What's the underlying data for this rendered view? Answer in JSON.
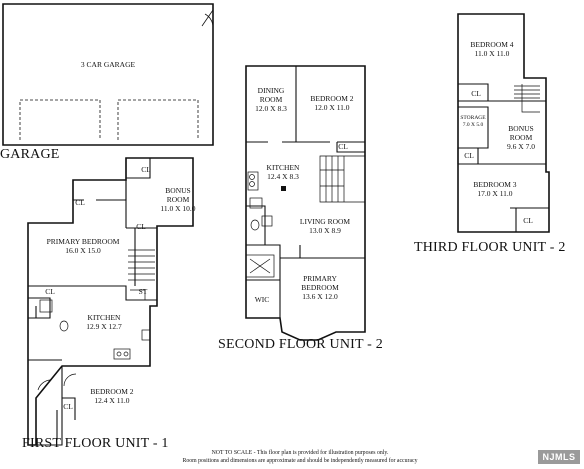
{
  "titles": {
    "garage": "GARAGE",
    "first_floor": "FIRST FLOOR UNIT - 1",
    "second_floor": "SECOND FLOOR UNIT - 2",
    "third_floor": "THIRD FLOOR UNIT - 2"
  },
  "rooms": {
    "car_garage": {
      "name": "3 CAR GARAGE"
    },
    "ff_bonus": {
      "name": "BONUS",
      "name2": "ROOM",
      "dim": "11.0 X 10.0"
    },
    "ff_primary": {
      "name": "PRIMARY BEDROOM",
      "dim": "16.0 X 15.0"
    },
    "ff_kitchen": {
      "name": "KITCHEN",
      "dim": "12.9 X 12.7"
    },
    "ff_bedroom2": {
      "name": "BEDROOM 2",
      "dim": "12.4 X 11.0"
    },
    "sf_dining": {
      "name": "DINING",
      "name2": "ROOM",
      "dim": "12.0 X 8.3"
    },
    "sf_bedroom2": {
      "name": "BEDROOM 2",
      "dim": "12.0 X 11.0"
    },
    "sf_kitchen": {
      "name": "KITCHEN",
      "dim": "12.4 X 8.3"
    },
    "sf_living": {
      "name": "LIVING ROOM",
      "dim": "13.0 X 8.9"
    },
    "sf_primary": {
      "name": "PRIMARY",
      "name2": "BEDROOM",
      "dim": "13.6 X 12.0"
    },
    "tf_bedroom4": {
      "name": "BEDROOM 4",
      "dim": "11.0 X 11.0"
    },
    "tf_storage": {
      "name": "STORAGE",
      "dim": "7.0 X 5.0"
    },
    "tf_bonus": {
      "name": "BONUS",
      "name2": "ROOM",
      "dim": "9.6 X 7.0"
    },
    "tf_bedroom3": {
      "name": "BEDROOM 3",
      "dim": "17.0 X 11.0"
    }
  },
  "labels": {
    "cl": "CL",
    "st": "ST",
    "wic": "WIC"
  },
  "footer": {
    "line1": "NOT TO SCALE - This floor plan is provided for illustration purposes only.",
    "line2": "Room positions and dimensions are approximate and should be independently measured for accuracy"
  },
  "watermark": "NJMLS"
}
